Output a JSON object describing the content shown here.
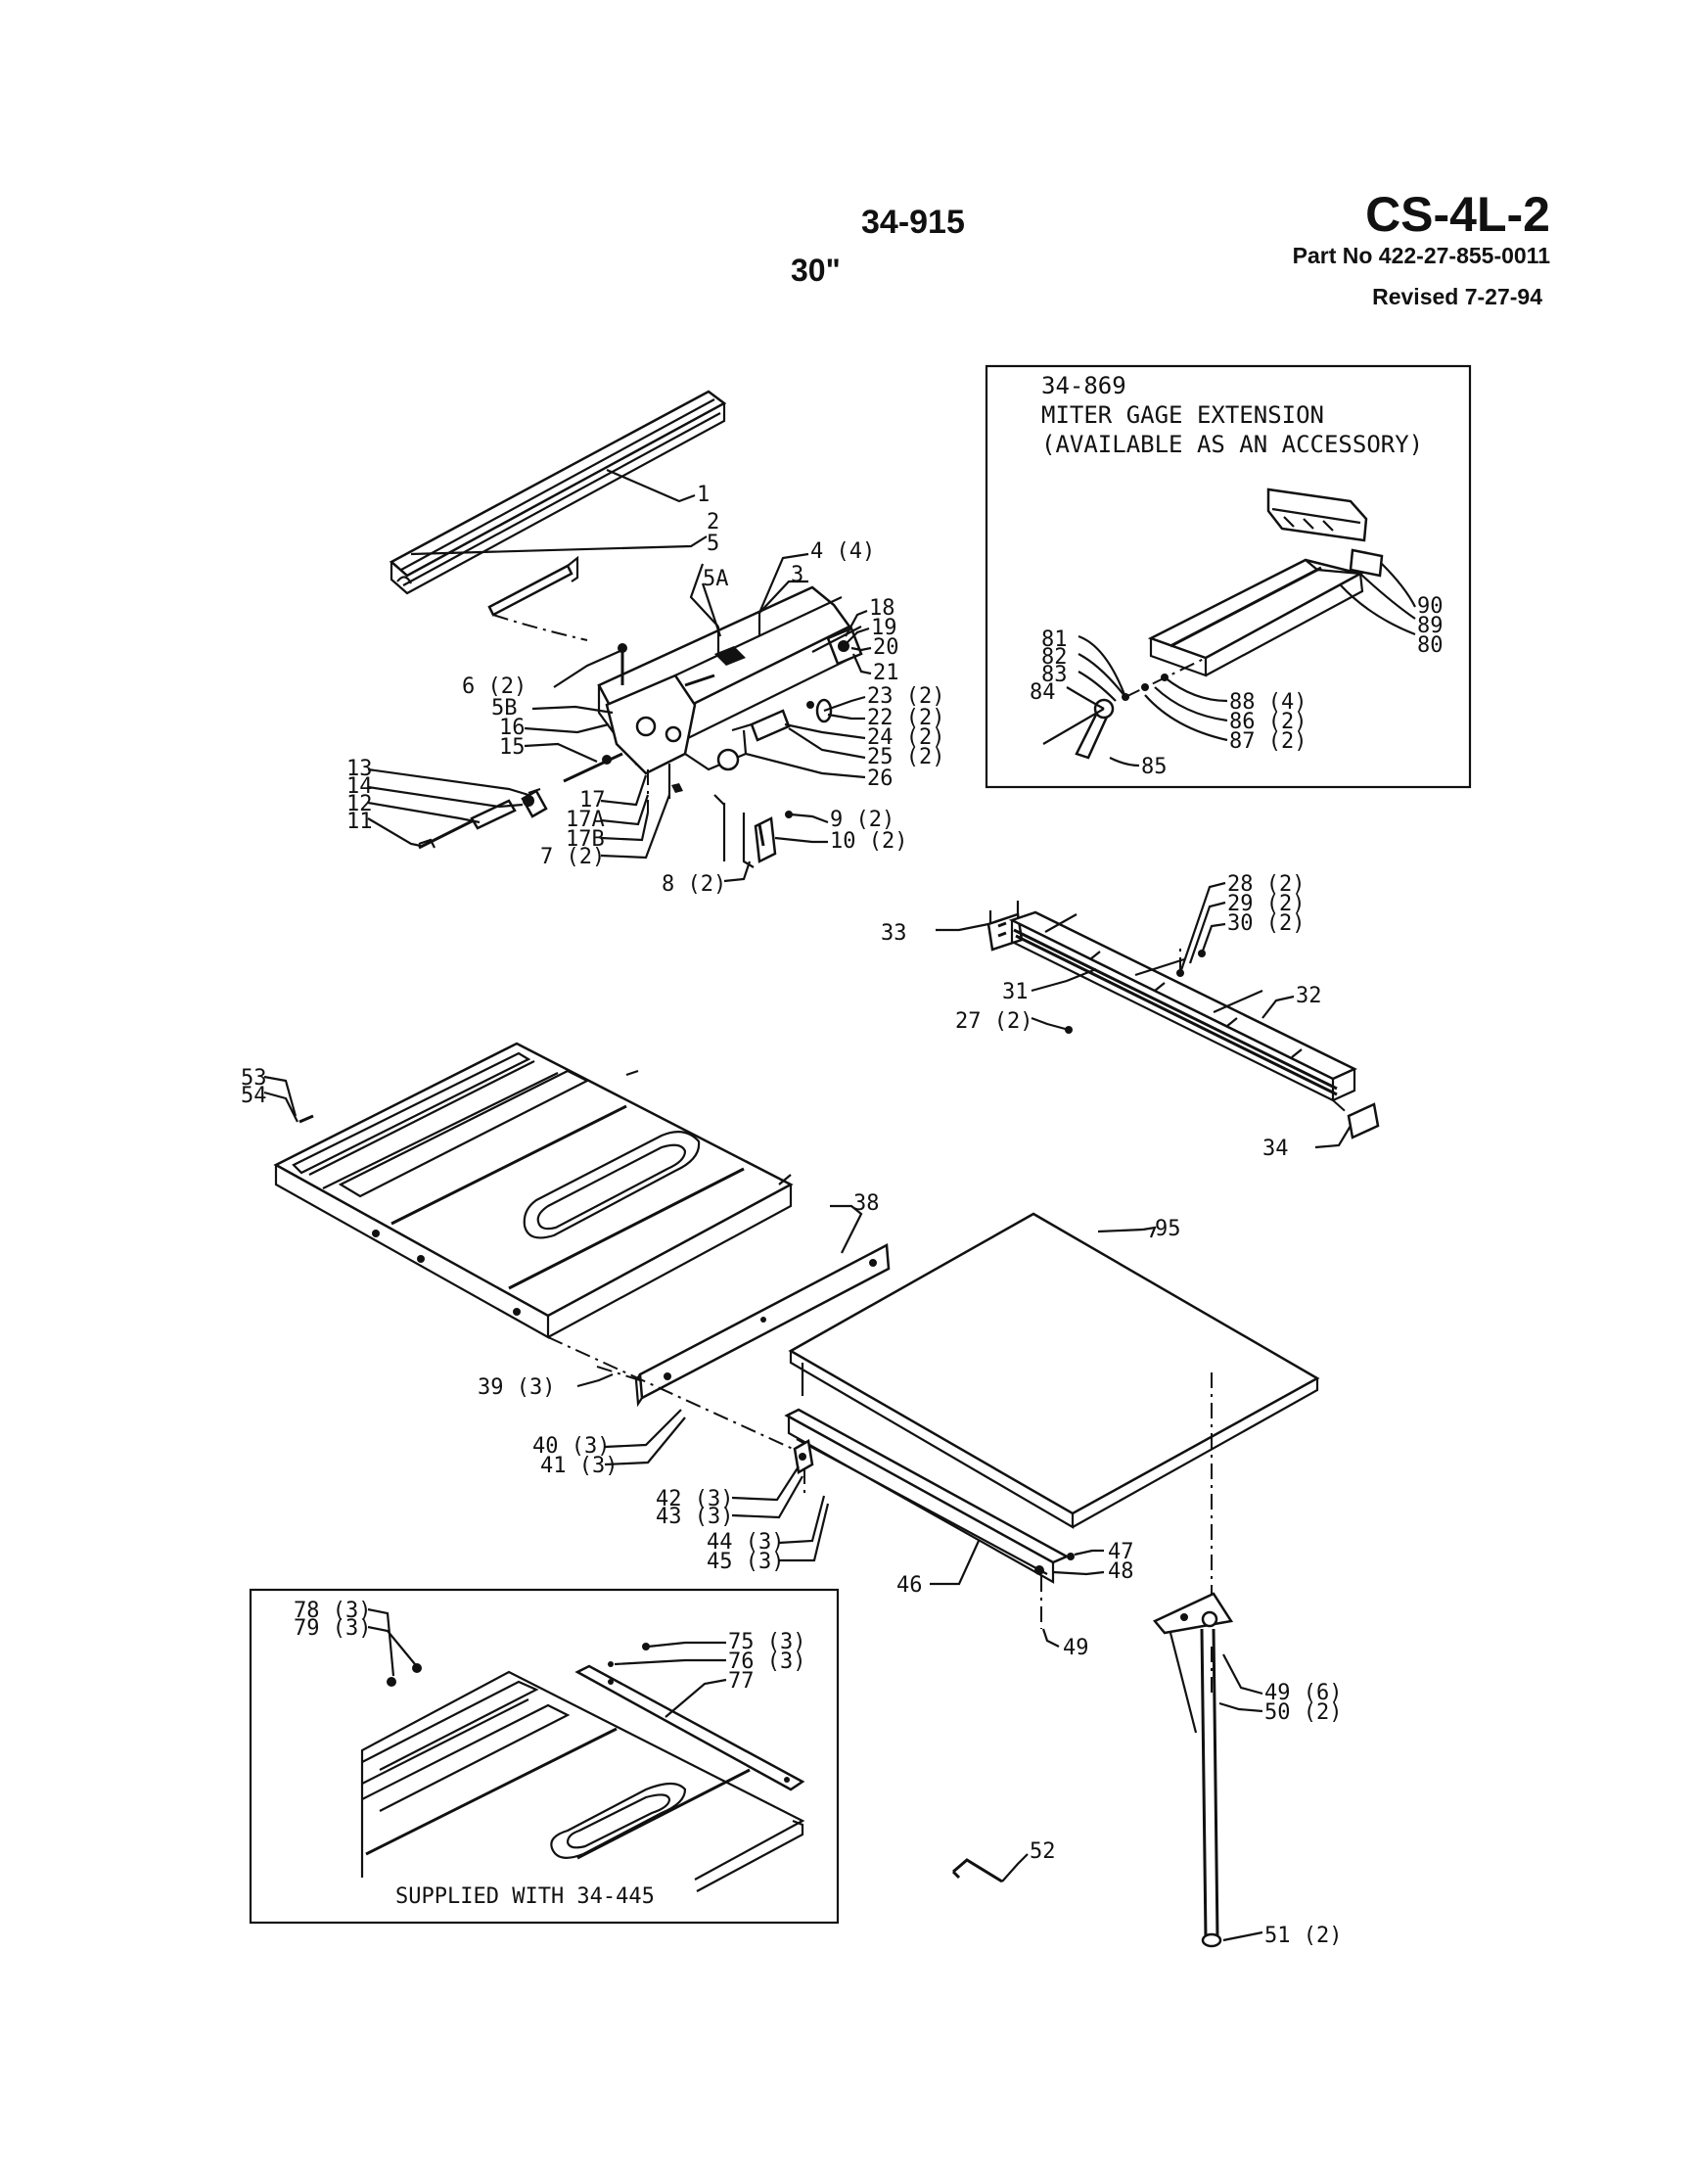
{
  "header": {
    "model": "34-915",
    "size": "30\"",
    "drawing_code": "CS-4L-2",
    "part_no": "Part No 422-27-855-0011",
    "revised": "Revised 7-27-94"
  },
  "accessory_box": {
    "line1": "34-869",
    "line2": "MITER GAGE EXTENSION",
    "line3": "(AVAILABLE AS AN ACCESSORY)"
  },
  "supplied_box": {
    "caption": "SUPPLIED WITH 34-445"
  },
  "callouts": {
    "c1": "1",
    "c2": "2",
    "c5": "5",
    "c5a": "5A",
    "c4": "4 (4)",
    "c3": "3",
    "c18": "18",
    "c19": "19",
    "c20": "20",
    "c21": "21",
    "c6": "6 (2)",
    "c5b": "5B",
    "c16": "16",
    "c15": "15",
    "c23": "23 (2)",
    "c22": "22 (2)",
    "c24": "24 (2)",
    "c25": "25 (2)",
    "c26": "26",
    "c13": "13",
    "c14": "14",
    "c12": "12",
    "c11": "11",
    "c17": "17",
    "c17a": "17A",
    "c17b": "17B",
    "c7": "7 (2)",
    "c9": "9 (2)",
    "c10": "10 (2)",
    "c8": "8 (2)",
    "c81": "81",
    "c82": "82",
    "c83": "83",
    "c84": "84",
    "c85": "85",
    "c90": "90",
    "c89": "89",
    "c80": "80",
    "c88": "88 (4)",
    "c86": "86 (2)",
    "c87": "87 (2)",
    "c28": "28 (2)",
    "c29": "29 (2)",
    "c30": "30 (2)",
    "c33": "33",
    "c31": "31",
    "c27": "27 (2)",
    "c32": "32",
    "c34": "34",
    "c53": "53",
    "c54": "54",
    "c38": "38",
    "c95": "95",
    "c39": "39 (3)",
    "c40": "40 (3)",
    "c41": "41 (3)",
    "c42": "42 (3)",
    "c43": "43 (3)",
    "c44": "44 (3)",
    "c45": "45 (3)",
    "c46": "46",
    "c47": "47",
    "c48": "48",
    "c49": "49",
    "c49b": "49 (6)",
    "c50": "50 (2)",
    "c51": "51 (2)",
    "c52": "52",
    "c78": "78 (3)",
    "c79": "79 (3)",
    "c75": "75 (3)",
    "c76": "76 (3)",
    "c77": "77"
  }
}
